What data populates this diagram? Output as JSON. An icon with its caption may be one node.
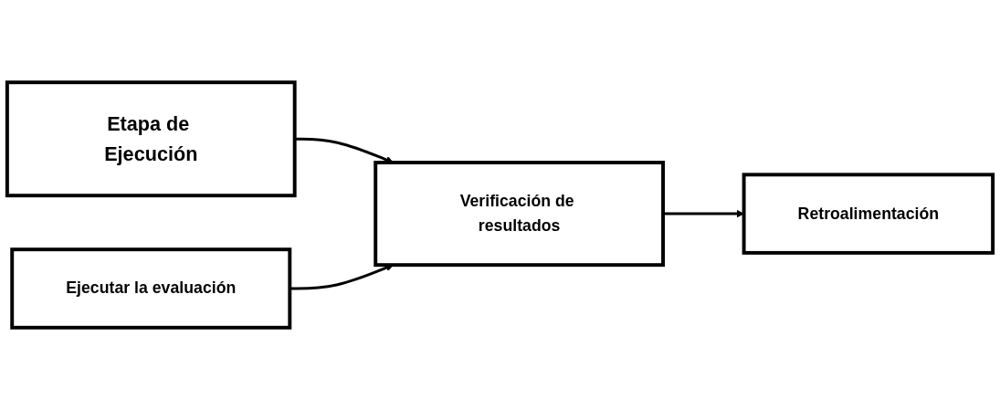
{
  "diagram": {
    "nodes": [
      {
        "text": [
          "Etapa de Ejecución"
        ]
      },
      {
        "text": [
          "Ejecutar la evaluación"
        ]
      },
      {
        "text": [
          "Verificación de resultados"
        ]
      },
      {
        "text": [
          "Retroalimentación"
        ]
      }
    ],
    "edges": [
      {
        "from": 0,
        "to": 2,
        "arrow": "to"
      },
      {
        "from": 1,
        "to": 2,
        "arrow": "to"
      },
      {
        "from": 2,
        "to": 3,
        "arrow": "to"
      }
    ]
  }
}
